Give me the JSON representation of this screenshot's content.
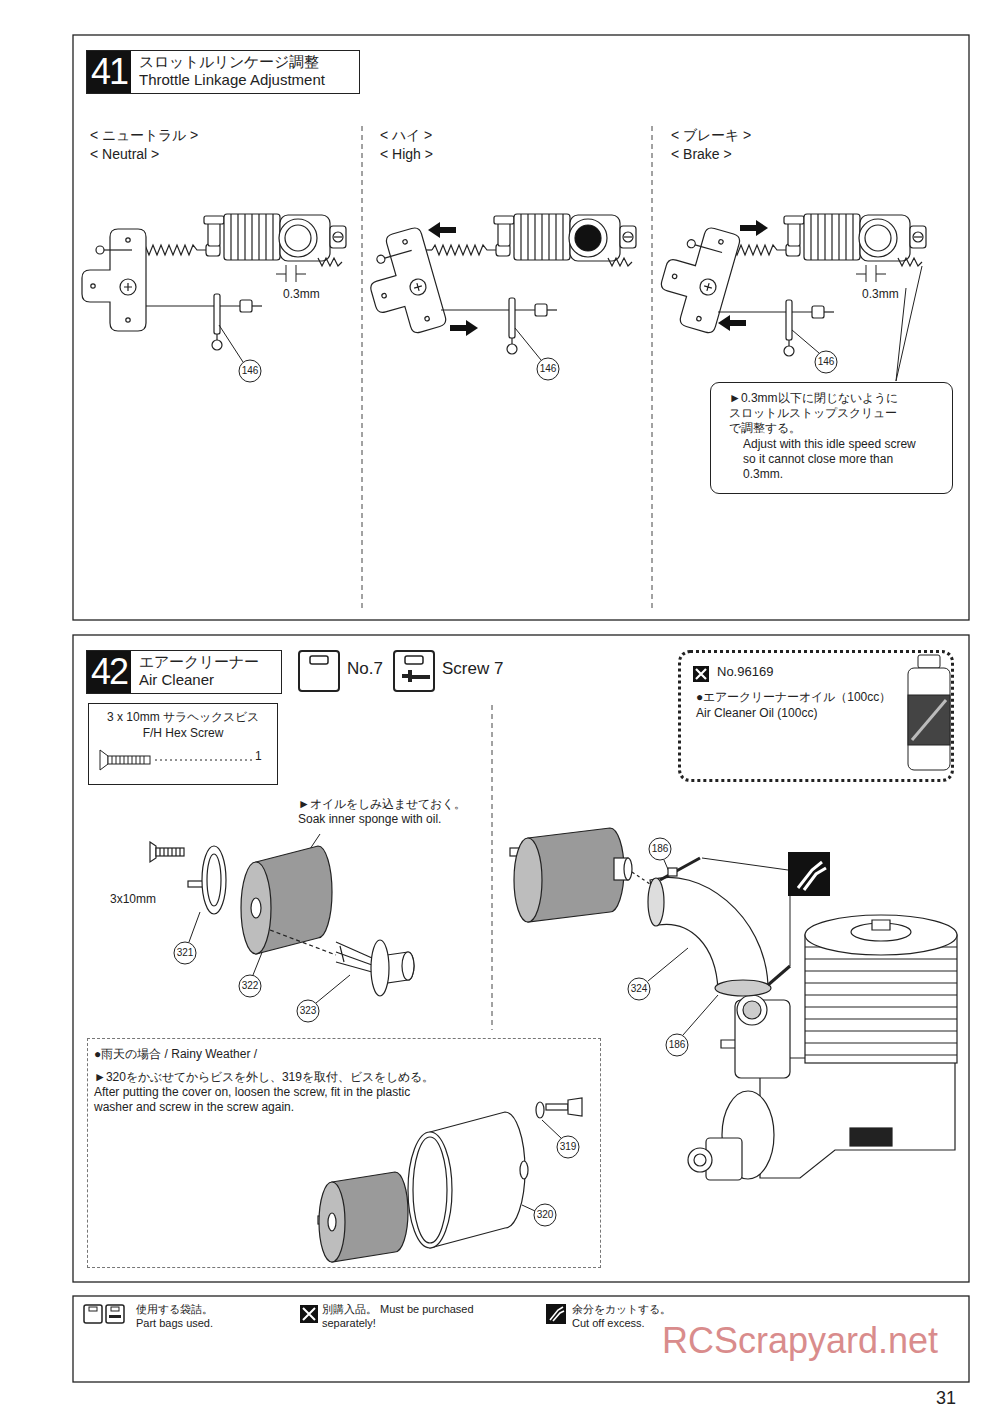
{
  "diagram": {
    "nodes": [
      {
        "text": [
          "41",
          "スロットルリンケージ調整 Throttle Linkage Adjustment"
        ]
      },
      {
        "text": [
          "►0.3mm以下に閉じないように スロットルストップスクリュー で調整する。",
          "Adjust with this idle speed screw so it cannot close more than 0.3mm."
        ]
      },
      {
        "text": [
          "42",
          "エアークリーナー Air Cleaner"
        ]
      },
      {
        "text": [
          "No.7"
        ]
      },
      {
        "text": [
          "Screw 7"
        ]
      },
      {
        "text": [
          "No.96169",
          "●エアークリーナーオイル（100cc） Air Cleaner Oil (100cc)"
        ]
      },
      {
        "text": [
          "3 x 10mm サラヘックスビス F/H Hex Screw",
          "1"
        ]
      },
      {
        "text": [
          "●雨天の場合 / Rainy Weather /",
          "►320をかぶせてからビスを外し、319を取付、ビスをしめる。 After putting the cover on, loosen the screw, fit in the plastic washer and screw in the screw again."
        ]
      }
    ],
    "labels": [
      "< ニュートラル >",
      "< Neutral >",
      "< ハイ >",
      "< High >",
      "< ブレーキ >",
      "< Brake >",
      "0.3mm",
      "146",
      "146",
      "0.3mm",
      "146",
      "►オイルをしみ込ませておく。 Soak inner sponge with oil.",
      "3x10mm",
      "321",
      "322",
      "323",
      "186",
      "324",
      "186",
      "319",
      "320",
      "31",
      "RCScrapyard.net"
    ],
    "legend": [
      {
        "text": "使用する袋詰。 Part bags used."
      },
      {
        "text": "別購入品。 Must be purchased separately!"
      },
      {
        "text": "余分をカットする。 Cut off excess."
      }
    ]
  }
}
